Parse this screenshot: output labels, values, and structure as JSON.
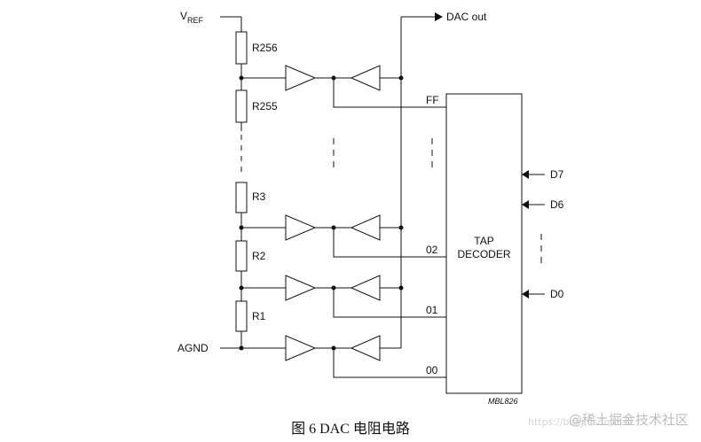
{
  "labels": {
    "vref": "V",
    "vref_sub": "REF",
    "dac_out": "DAC out",
    "agnd": "AGND",
    "r256": "R256",
    "r255": "R255",
    "r3": "R3",
    "r2": "R2",
    "r1": "R1",
    "tap_ff": "FF",
    "tap_02": "02",
    "tap_01": "01",
    "tap_00": "00",
    "decoder_line1": "TAP",
    "decoder_line2": "DECODER",
    "d7": "D7",
    "d6": "D6",
    "d0": "D0",
    "part_code": "MBL826"
  },
  "caption": "图 6 DAC 电阻电路",
  "watermark": "@稀土掘金技术社区",
  "watermark_url": "https://blog.csdn.net/"
}
